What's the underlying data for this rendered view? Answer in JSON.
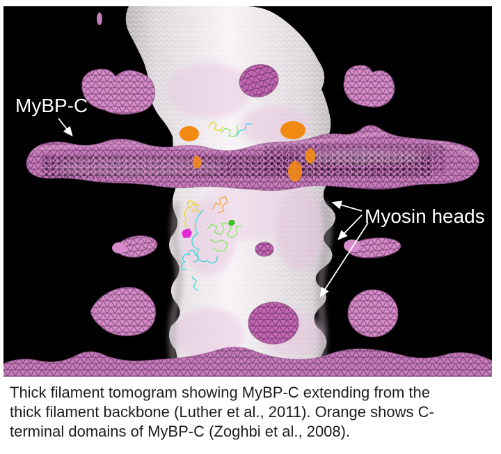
{
  "figure": {
    "labels": {
      "mybpc": "MyBP-C",
      "myosin_heads": "Myosin heads"
    },
    "caption": {
      "lines": [
        "Thick filament tomogram showing MyBP-C extending from the",
        "thick filament backbone (Luther et al., 2011). Orange shows C-",
        "terminal domains of MyBP-C (Zoghbi et al., 2008)."
      ]
    },
    "colors": {
      "page_background": "#ffffff",
      "background": "#000000",
      "filament_pink": "#c77bbd",
      "blob_pink": "#d78bcb",
      "backbone_grey": "#e8e3e6",
      "orange": "#f28a12",
      "label_text": "#ffffff",
      "caption_text": "#1c1c1c",
      "model_yellow": "#e8d816",
      "model_cyan": "#2fd8e0",
      "model_green": "#7fe85a",
      "model_orange": "#f0a030",
      "model_magenta": "#e020d0"
    }
  }
}
